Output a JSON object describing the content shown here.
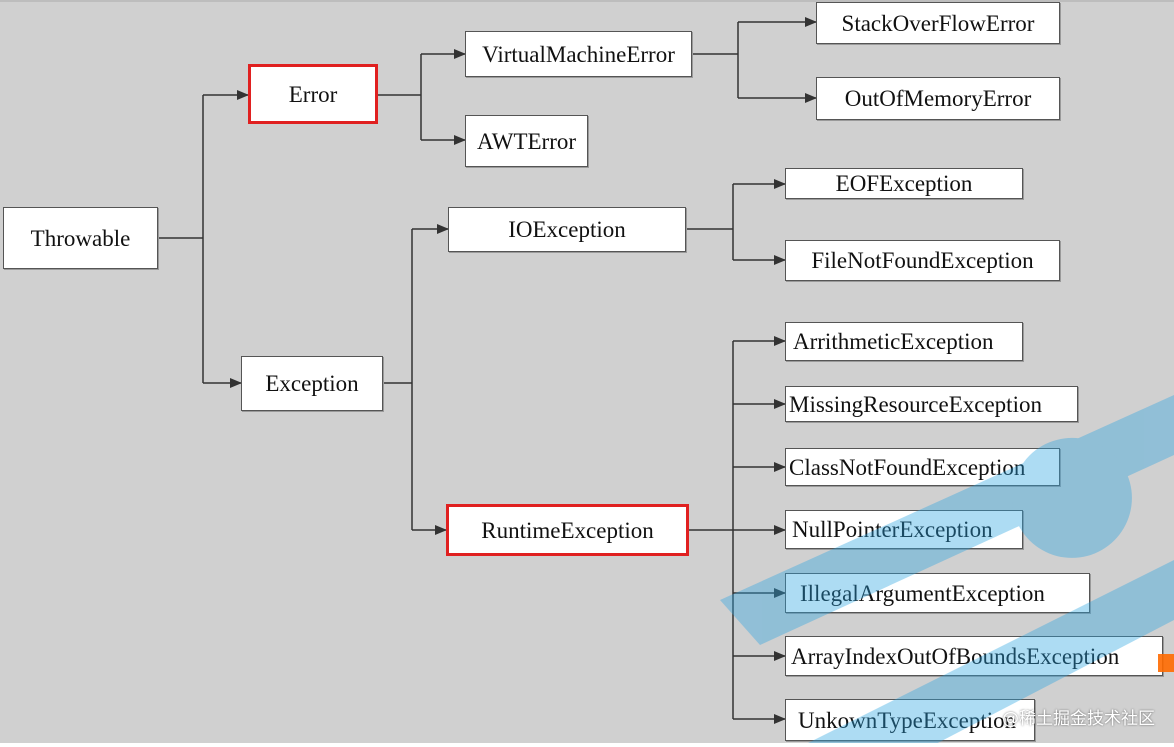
{
  "colors": {
    "background": "#d0d0d0",
    "node_fill": "#ffffff",
    "node_border": "#555555",
    "highlight_border": "#e02020",
    "connector": "#333333",
    "watermark": "#2aa4e2"
  },
  "diagram": {
    "root": "Throwable",
    "error": {
      "label": "Error",
      "highlighted": true,
      "children": {
        "virtual_machine_error": "VirtualMachineError",
        "awt_error": "AWTError",
        "stack_overflow_error": "StackOverFlowError",
        "out_of_memory_error": "OutOfMemoryError"
      }
    },
    "exception": {
      "label": "Exception",
      "io_exception": "IOException",
      "io_children": {
        "eof_exception": "EOFException",
        "file_not_found_exception": "FileNotFoundException"
      },
      "runtime_exception": {
        "label": "RuntimeException",
        "highlighted": true
      },
      "runtime_children": {
        "arithmetic_exception": "ArrithmeticException",
        "missing_resource_exception": "MissingResourceException",
        "class_not_found_exception": "ClassNotFoundException",
        "null_pointer_exception": "NullPointerException",
        "illegal_argument_exception": "IllegalArgumentException",
        "array_index_exception": "ArrayIndexOutOfBoundsException",
        "unknown_type_exception": "UnkownTypeException"
      }
    }
  },
  "watermark": {
    "credit": "@稀土掘金技术社区"
  }
}
